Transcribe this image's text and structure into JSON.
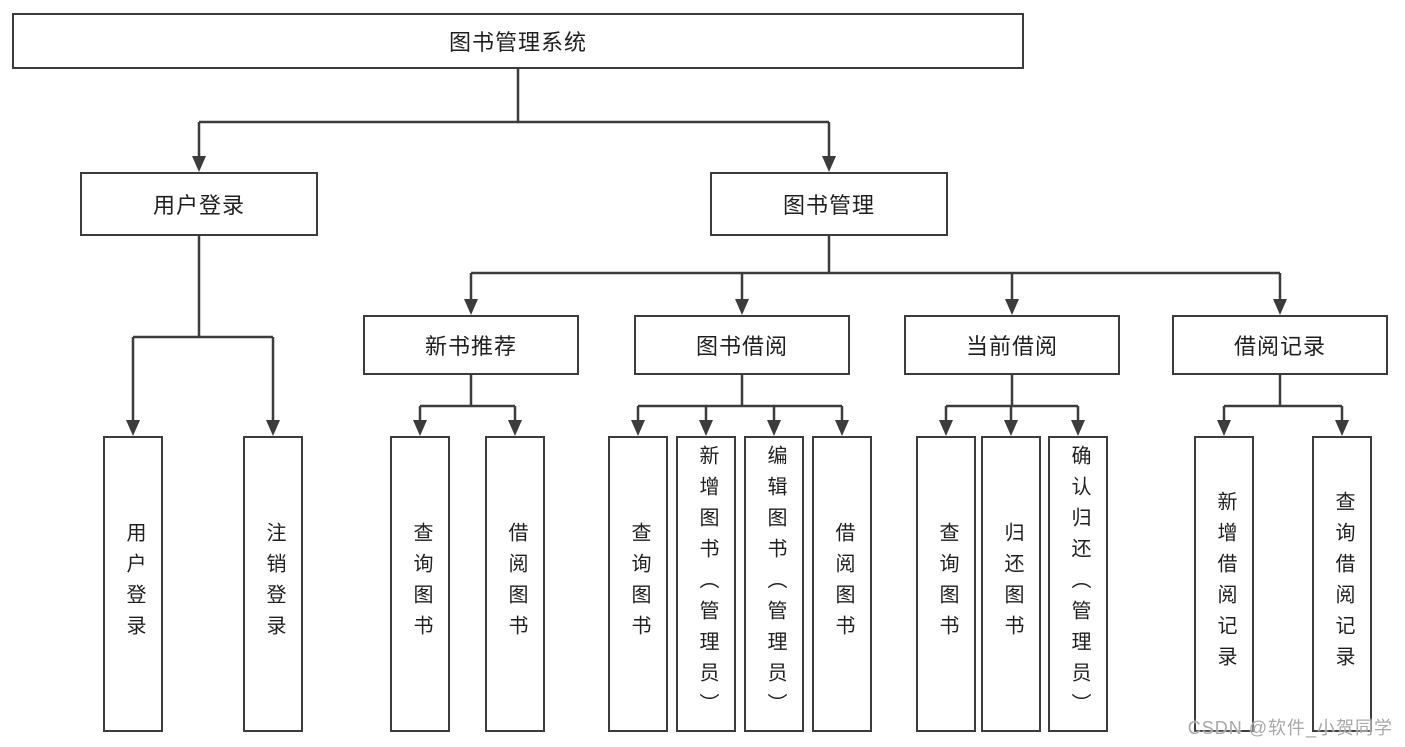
{
  "diagram_title": "图书管理系统",
  "watermark": "CSDN @软件_小贺同学",
  "colors": {
    "line": "#3c3c3c",
    "text": "#1f1f1f",
    "background": "#ffffff",
    "watermark": "#a8a8a8"
  },
  "tree": {
    "root": "图书管理系统",
    "children": [
      {
        "label": "用户登录",
        "children": [
          "用户登录",
          "注销登录"
        ]
      },
      {
        "label": "图书管理",
        "children": [
          {
            "label": "新书推荐",
            "children": [
              "查询图书",
              "借阅图书"
            ]
          },
          {
            "label": "图书借阅",
            "children": [
              "查询图书",
              "新增图书（管理员）",
              "编辑图书（管理员）",
              "借阅图书"
            ]
          },
          {
            "label": "当前借阅",
            "children": [
              "查询图书",
              "归还图书",
              "确认归还（管理员）"
            ]
          },
          {
            "label": "借阅记录",
            "children": [
              "新增借阅记录",
              "查询借阅记录"
            ]
          }
        ]
      }
    ]
  }
}
